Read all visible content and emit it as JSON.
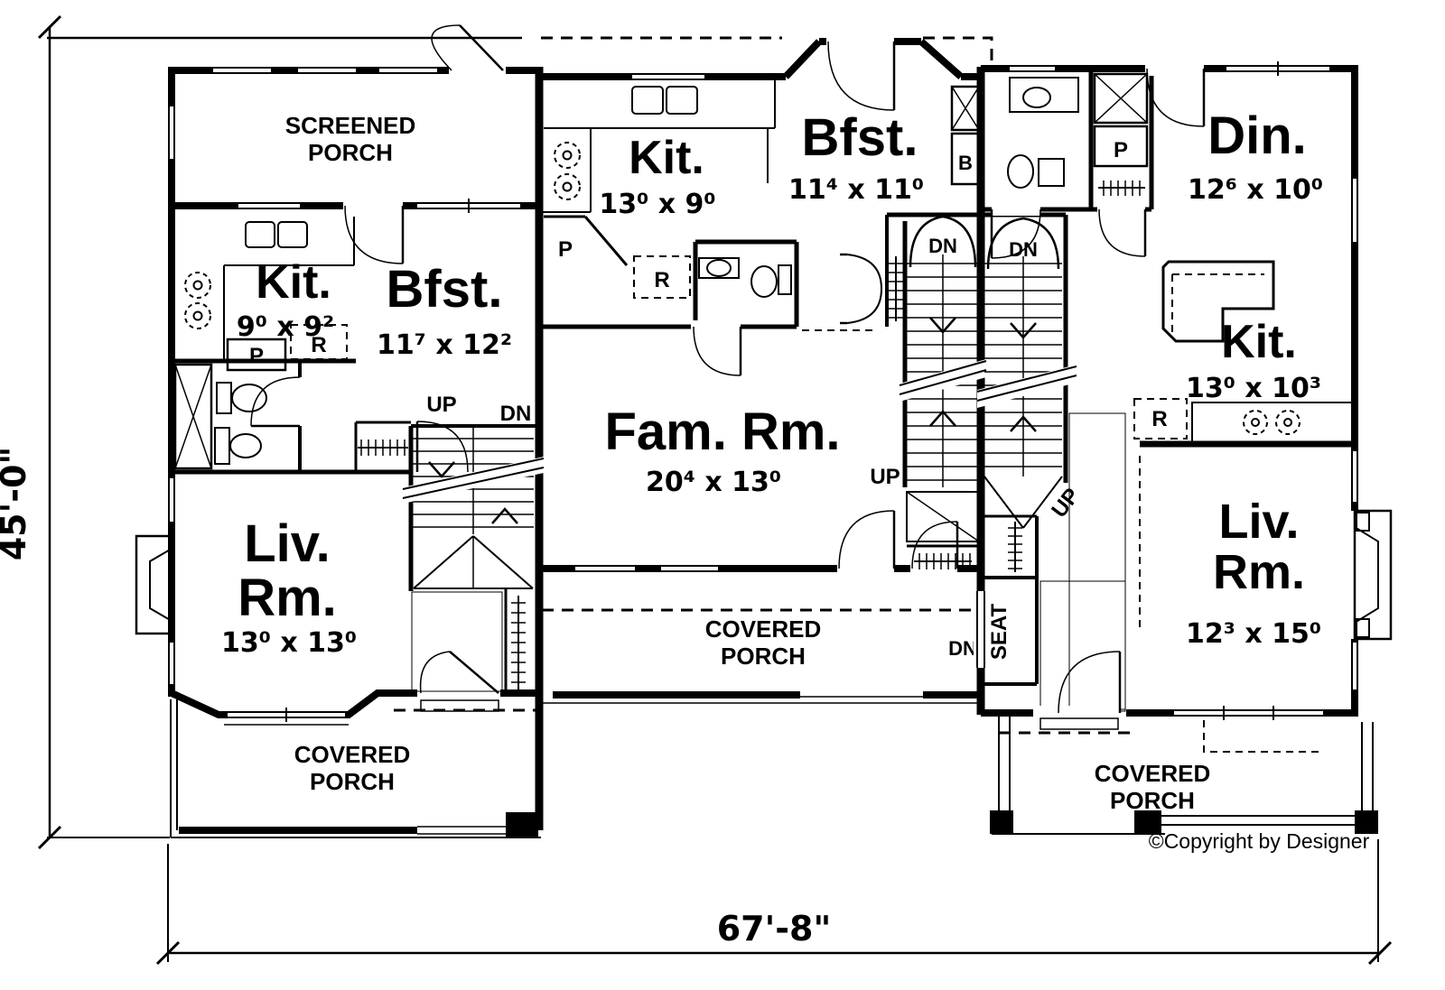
{
  "plan": {
    "width_label": "67'-8\"",
    "height_label": "45'-0\"",
    "copyright": "©Copyright by Designer"
  },
  "labels": {
    "up": "UP",
    "down": "DN",
    "pantry": "P",
    "refrigerator": "R",
    "broom": "B",
    "seat": "SEAT"
  },
  "unit_left": {
    "screened_porch": {
      "line1": "SCREENED",
      "line2": "PORCH"
    },
    "kitchen": {
      "name": "Kit.",
      "dims": "9⁰ x 9²"
    },
    "breakfast": {
      "name": "Bfst.",
      "dims": "11⁷ x 12²"
    },
    "living": {
      "line1": "Liv.",
      "line2": "Rm.",
      "dims": "13⁰ x 13⁰"
    },
    "covered_porch": {
      "line1": "COVERED",
      "line2": "PORCH"
    }
  },
  "unit_middle": {
    "kitchen": {
      "name": "Kit.",
      "dims": "13⁰ x 9⁰"
    },
    "breakfast": {
      "name": "Bfst.",
      "dims": "11⁴ x 11⁰"
    },
    "family": {
      "name": "Fam. Rm.",
      "dims": "20⁴ x 13⁰"
    },
    "covered_porch": {
      "line1": "COVERED",
      "line2": "PORCH"
    }
  },
  "unit_right": {
    "dining": {
      "name": "Din.",
      "dims": "12⁶ x 10⁰"
    },
    "kitchen": {
      "name": "Kit.",
      "dims": "13⁰ x 10³"
    },
    "living": {
      "line1": "Liv.",
      "line2": "Rm.",
      "dims": "12³ x 15⁰"
    },
    "covered_porch": {
      "line1": "COVERED",
      "line2": "PORCH"
    }
  }
}
